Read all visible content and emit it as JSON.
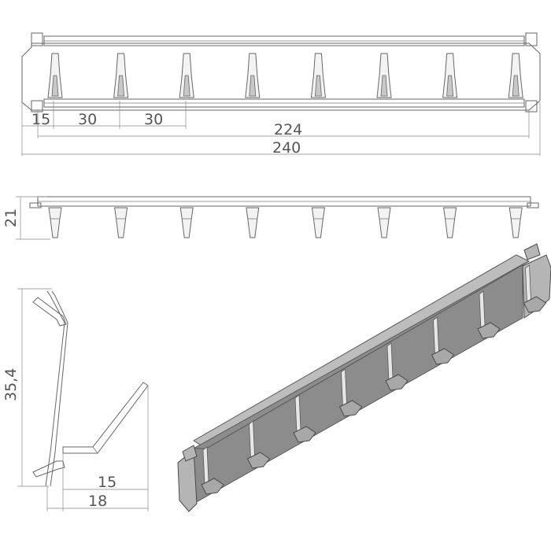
{
  "drawing": {
    "colors": {
      "line": "#666666",
      "dimension_text": "#555555",
      "metal_face": "#8c8c8c",
      "metal_top": "#bdbdbd"
    },
    "hook_count": 8,
    "front_view": {
      "dimensions": {
        "edge_offset": "15",
        "pitch_1": "30",
        "pitch_2": "30",
        "inner_length": "224",
        "overall_length": "240"
      }
    },
    "top_view": {
      "dimensions": {
        "depth": "21"
      }
    },
    "side_view": {
      "dimensions": {
        "height": "35,4",
        "hook_reach": "15",
        "total_reach": "18"
      }
    }
  }
}
